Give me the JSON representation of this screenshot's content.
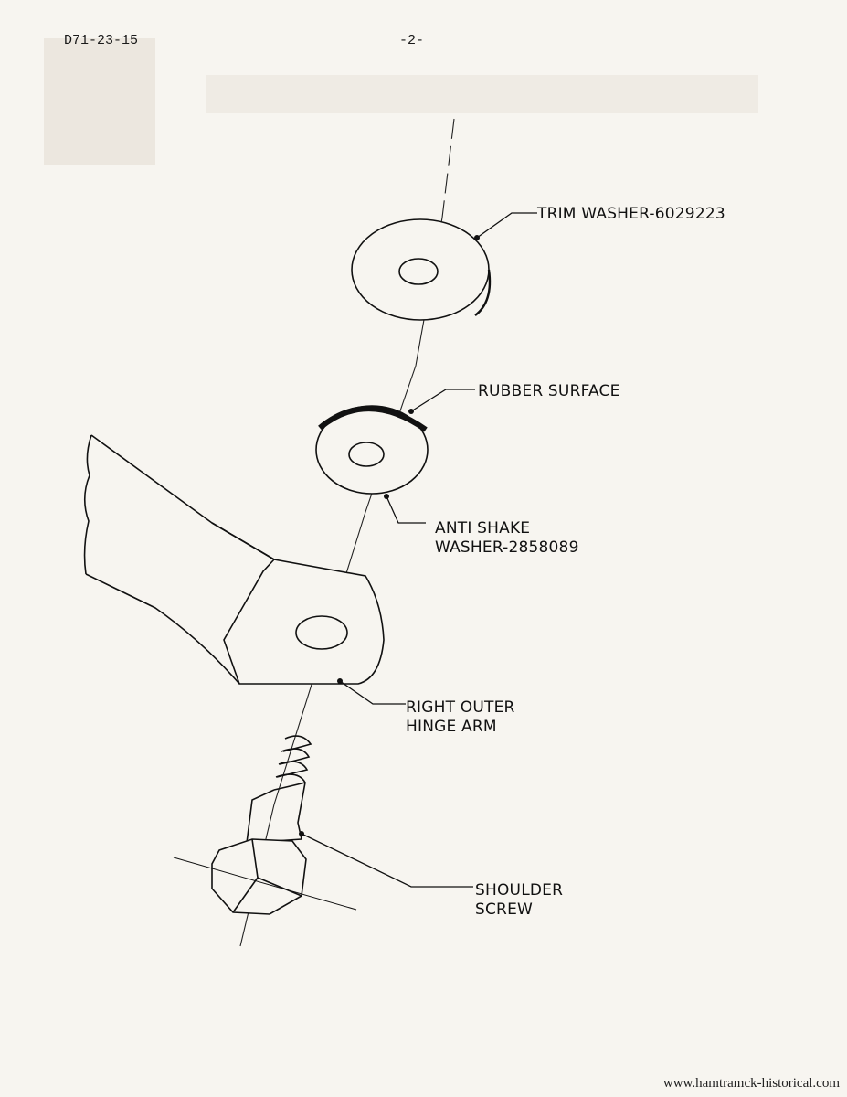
{
  "header": {
    "bulletin_number": "D71-23-15",
    "page_number": "-2-"
  },
  "diagram": {
    "callouts": [
      {
        "id": "trim-washer",
        "line1": "TRIM WASHER-6029223",
        "line2": ""
      },
      {
        "id": "rubber-surface",
        "line1": "RUBBER SURFACE",
        "line2": ""
      },
      {
        "id": "anti-shake-washer",
        "line1": "ANTI SHAKE",
        "line2": "WASHER-2858089"
      },
      {
        "id": "hinge-arm",
        "line1": "RIGHT OUTER",
        "line2": "HINGE ARM"
      },
      {
        "id": "shoulder-screw",
        "line1": "SHOULDER",
        "line2": "SCREW"
      }
    ]
  },
  "footer": {
    "watermark": "www.hamtramck-historical.com"
  },
  "colors": {
    "paper": "#f7f5f0",
    "ink": "#111111",
    "bleed_through": "#cfcac0"
  }
}
